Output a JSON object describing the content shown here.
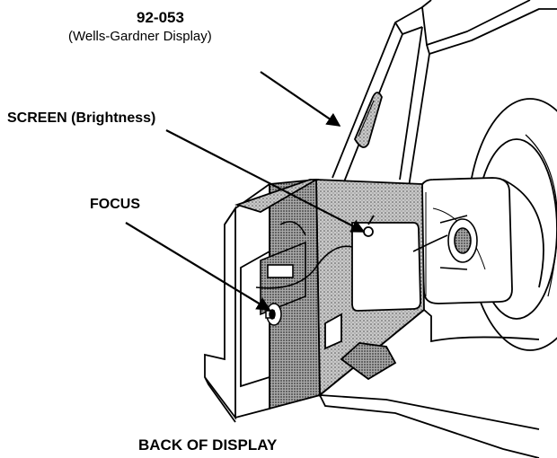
{
  "labels": {
    "part_number": "92-053",
    "part_description": "(Wells-Gardner Display)",
    "screen": "SCREEN (Brightness)",
    "focus": "FOCUS",
    "back_of_display": "BACK OF DISPLAY"
  }
}
